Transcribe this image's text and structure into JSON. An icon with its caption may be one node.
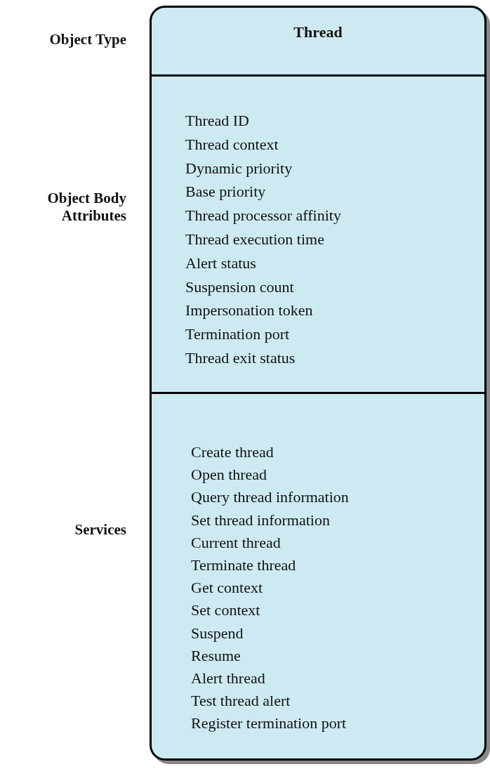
{
  "diagram": {
    "nodes": [
      {
        "text": [],
        "shape": "box"
      },
      {
        "text": [
          "Thread"
        ],
        "in": 0
      },
      {
        "text": [
          "Thread ID",
          "Thread context",
          "Dynamic priority",
          "Base priority",
          "Thread processor affinity",
          "Thread execution time",
          "Alert status",
          "Suspension count",
          "Impersonation token",
          "Termination port",
          "Thread exit status"
        ],
        "in": 0
      },
      {
        "text": [
          "Create thread",
          "Open thread",
          "Query thread information",
          "Set thread information",
          "Current thread",
          "Terminate thread",
          "Get context",
          "Set context",
          "Suspend",
          "Resume",
          "Alert thread",
          "Test thread alert",
          "Register termination port"
        ],
        "in": 0
      }
    ],
    "edges": [],
    "labels": [
      "Object Type",
      "Object Body Attributes",
      "Services"
    ]
  }
}
